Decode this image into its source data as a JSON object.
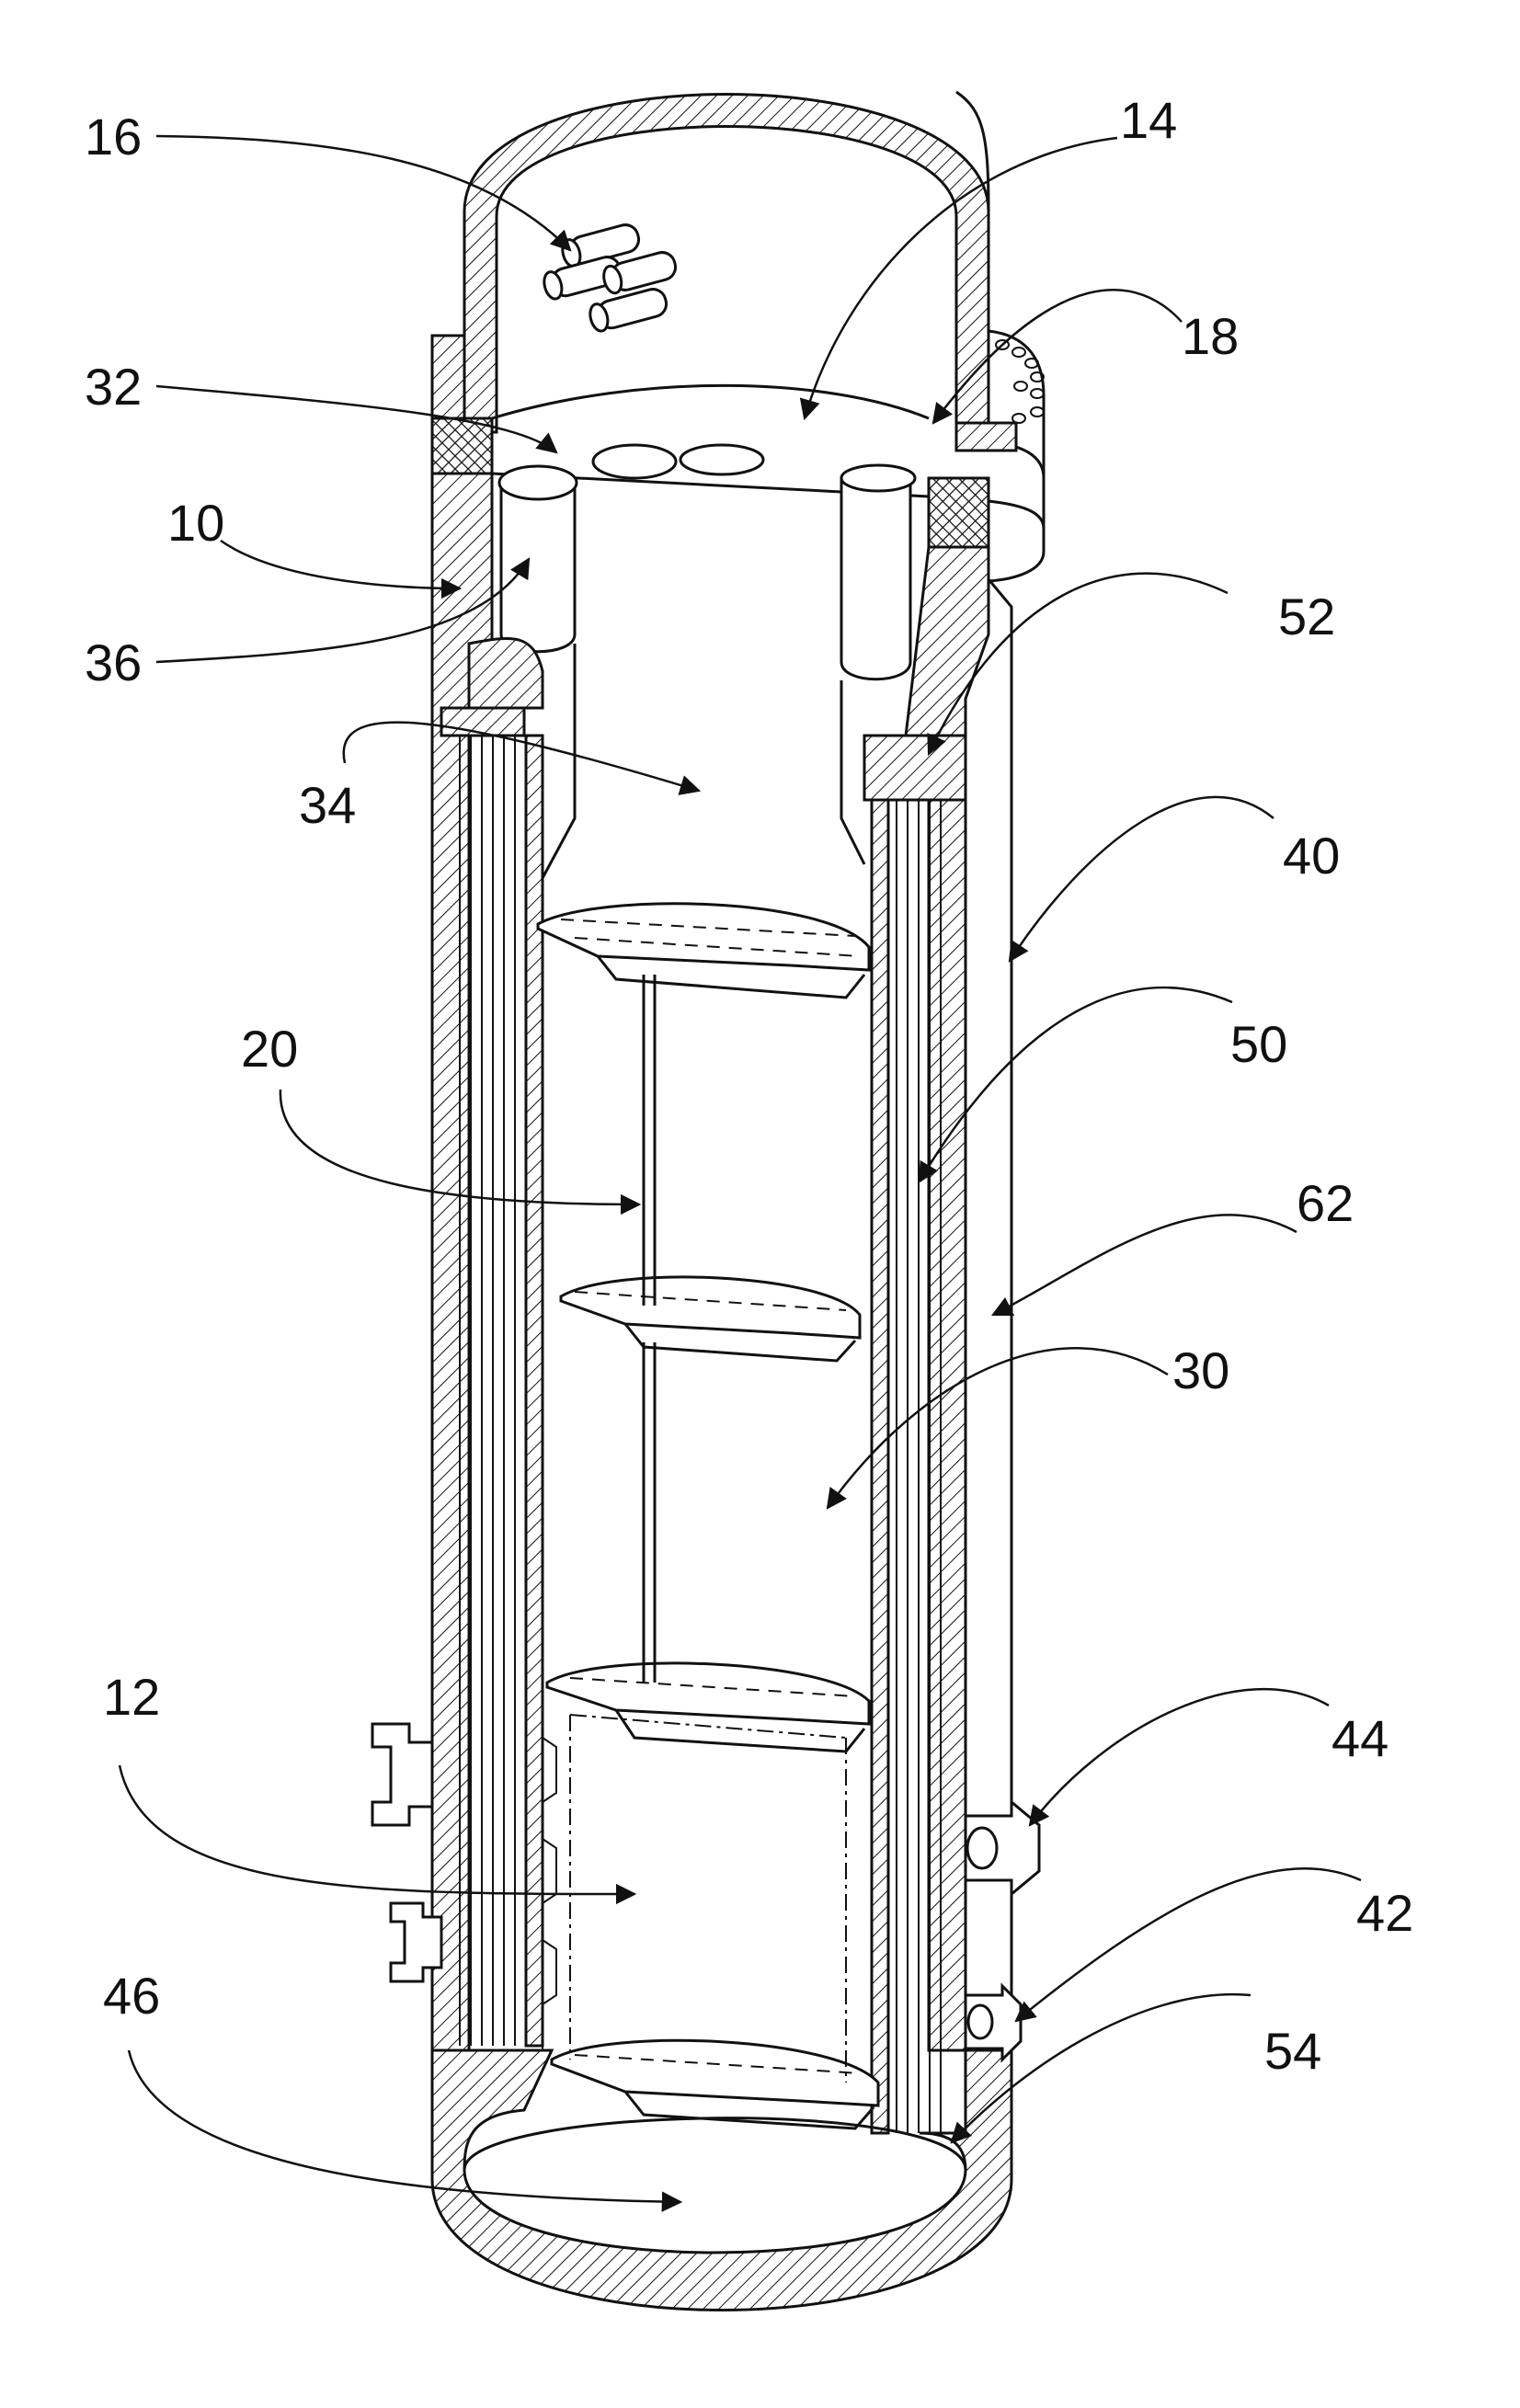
{
  "figure": {
    "ref_labels": [
      {
        "id": "16",
        "text": "16"
      },
      {
        "id": "14",
        "text": "14"
      },
      {
        "id": "18",
        "text": "18"
      },
      {
        "id": "32",
        "text": "32"
      },
      {
        "id": "10",
        "text": "10"
      },
      {
        "id": "36",
        "text": "36"
      },
      {
        "id": "52",
        "text": "52"
      },
      {
        "id": "34",
        "text": "34"
      },
      {
        "id": "40",
        "text": "40"
      },
      {
        "id": "20",
        "text": "20"
      },
      {
        "id": "50",
        "text": "50"
      },
      {
        "id": "62",
        "text": "62"
      },
      {
        "id": "30",
        "text": "30"
      },
      {
        "id": "44",
        "text": "44"
      },
      {
        "id": "12",
        "text": "12"
      },
      {
        "id": "42",
        "text": "42"
      },
      {
        "id": "46",
        "text": "46"
      },
      {
        "id": "54",
        "text": "54"
      }
    ]
  },
  "colors": {
    "line": "#111111",
    "background": "#ffffff"
  }
}
